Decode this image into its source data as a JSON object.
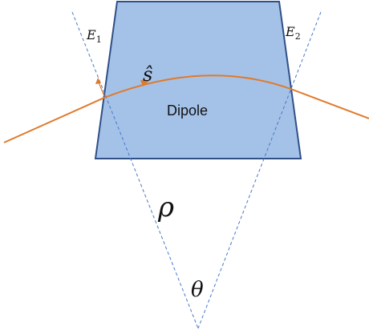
{
  "diagram": {
    "magnet_label": "Dipole",
    "edge_left": {
      "symbol": "E",
      "subscript": "1"
    },
    "edge_right": {
      "symbol": "E",
      "subscript": "2"
    },
    "path_direction_label": "ŝ",
    "radius_label": "ρ",
    "angle_label": "θ"
  },
  "colors": {
    "magnet_fill": "#a4c2e8",
    "magnet_stroke": "#2f4f86",
    "construction_line": "#4a78c8",
    "trajectory": "#e07a2b",
    "text": "#111111"
  }
}
